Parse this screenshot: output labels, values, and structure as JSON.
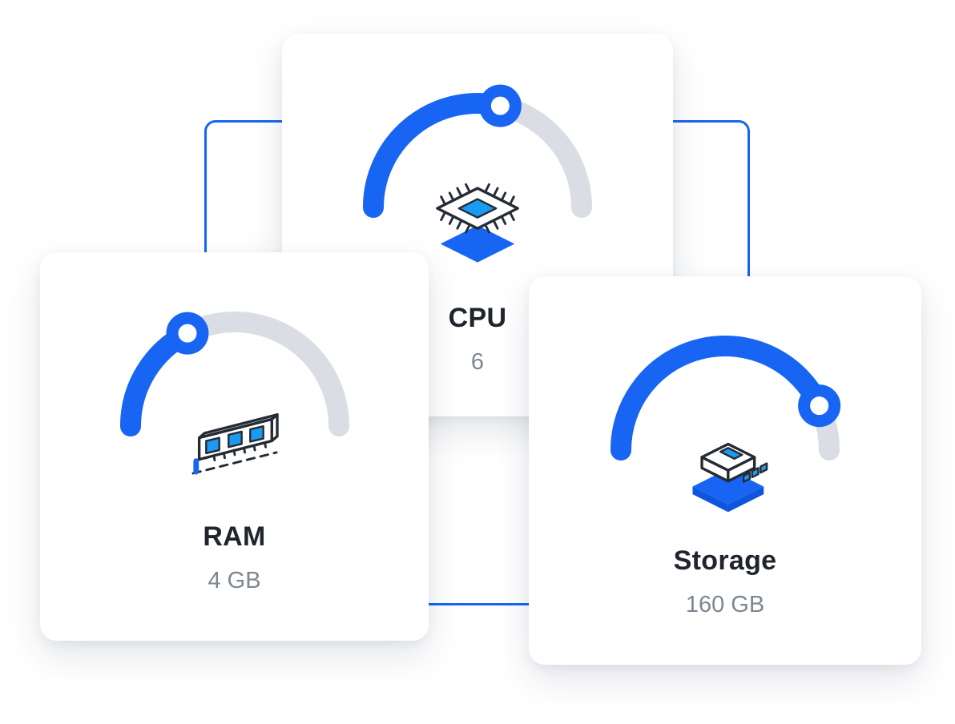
{
  "theme": {
    "accent": "#1765f2",
    "track": "#dadde3",
    "label_color": "#20242c",
    "value_color": "#7d8691",
    "icon_outline": "#252b35",
    "icon_accent": "#1b9af2",
    "slab_dark": "#0e55dd",
    "card_bg": "#ffffff"
  },
  "metrics": [
    {
      "id": "cpu",
      "label": "CPU",
      "value": "6",
      "percent": 57,
      "icon": "cpu-chip-icon"
    },
    {
      "id": "ram",
      "label": "RAM",
      "value": "4 GB",
      "percent": 35,
      "icon": "ram-module-icon"
    },
    {
      "id": "storage",
      "label": "Storage",
      "value": "160 GB",
      "percent": 86,
      "icon": "storage-drive-icon"
    }
  ]
}
